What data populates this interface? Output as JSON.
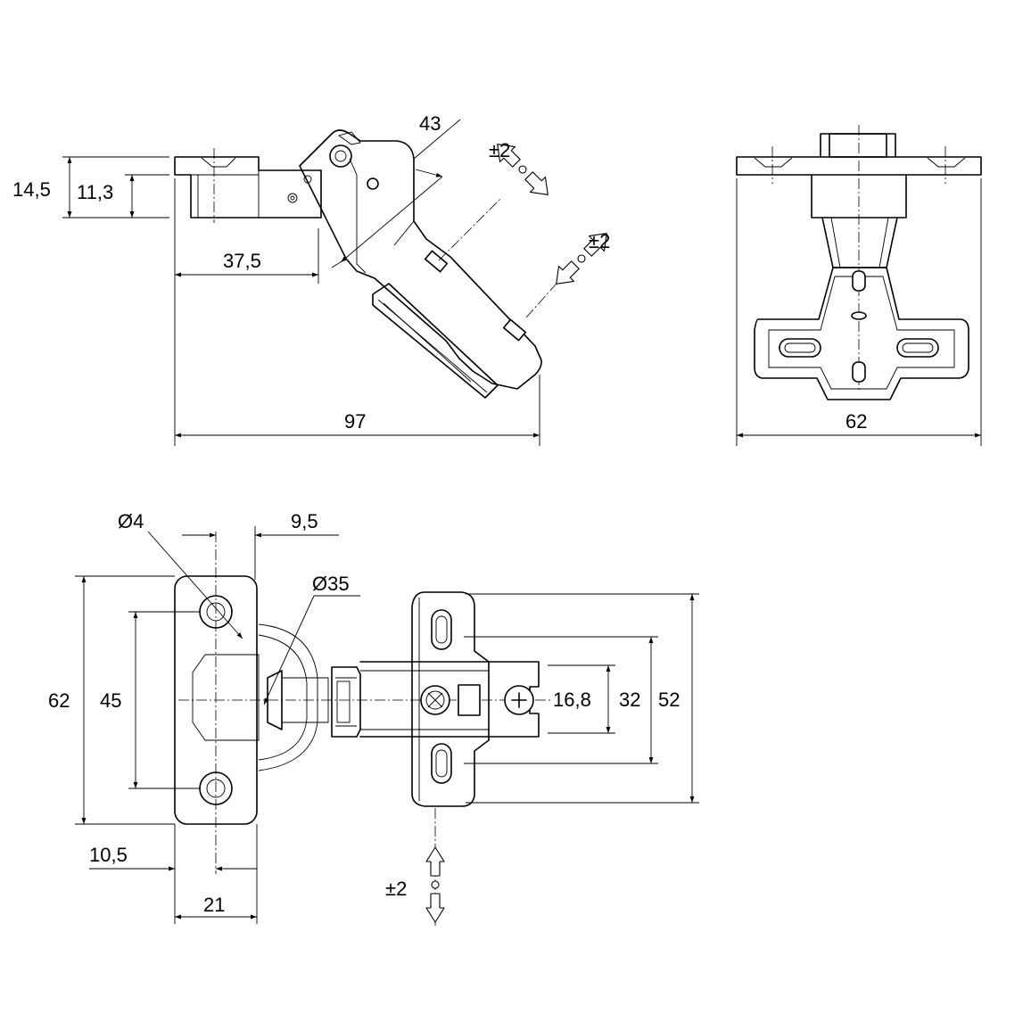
{
  "dimensions": {
    "side_view": {
      "total_height": "14,5",
      "plate_height": "11,3",
      "cup_offset": "37,5",
      "arm_length": "43",
      "overall_length": "97",
      "adjust_upper": "±2",
      "adjust_lower": "±2"
    },
    "end_view": {
      "width": "62"
    },
    "top_view": {
      "hole_diameter": "Ø4",
      "hole_offset": "9,5",
      "cup_diameter": "Ø35",
      "plate_length": "62",
      "hole_spacing": "45",
      "edge_to_hole": "10,5",
      "plate_width": "21",
      "slot_width": "16,8",
      "slot_spacing": "32",
      "mounting_length": "52",
      "adjust_depth": "±2"
    }
  },
  "icons": [
    "double-arrow-icon",
    "screw-icon"
  ]
}
